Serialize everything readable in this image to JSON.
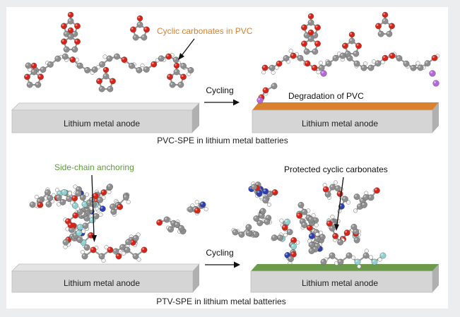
{
  "colors": {
    "background": "#ecedef",
    "panel": "#ffffff",
    "anode_top": "#e6e6e6",
    "anode_front": "#d4d4d4",
    "anode_side": "#b3b3b3",
    "degraded_layer": "#d9812f",
    "protected_layer": "#6b9a4a",
    "label_orange": "#d9812f",
    "label_green": "#5e9b3c",
    "carbon": "#8e8e8e",
    "oxygen": "#d62418",
    "hydrogen": "#f4f4f4",
    "lithium": "#b566d8",
    "nitrogen": "#2d3fb0",
    "fluorine": "#8fd1d1"
  },
  "top": {
    "callout": "Cyclic carbonates in PVC",
    "left_anode": "Lithium metal anode",
    "cycling": "Cycling",
    "degradation": "Degradation of PVC",
    "right_anode": "Lithium metal anode",
    "caption": "PVC-SPE in lithium metal batteries"
  },
  "bottom": {
    "callout_left": "Side-chain anchoring",
    "callout_right": "Protected cyclic carbonates",
    "left_anode": "Lithium metal anode",
    "cycling": "Cycling",
    "right_anode": "Lithium metal anode",
    "caption": "PTV-SPE in lithium metal batteries"
  }
}
